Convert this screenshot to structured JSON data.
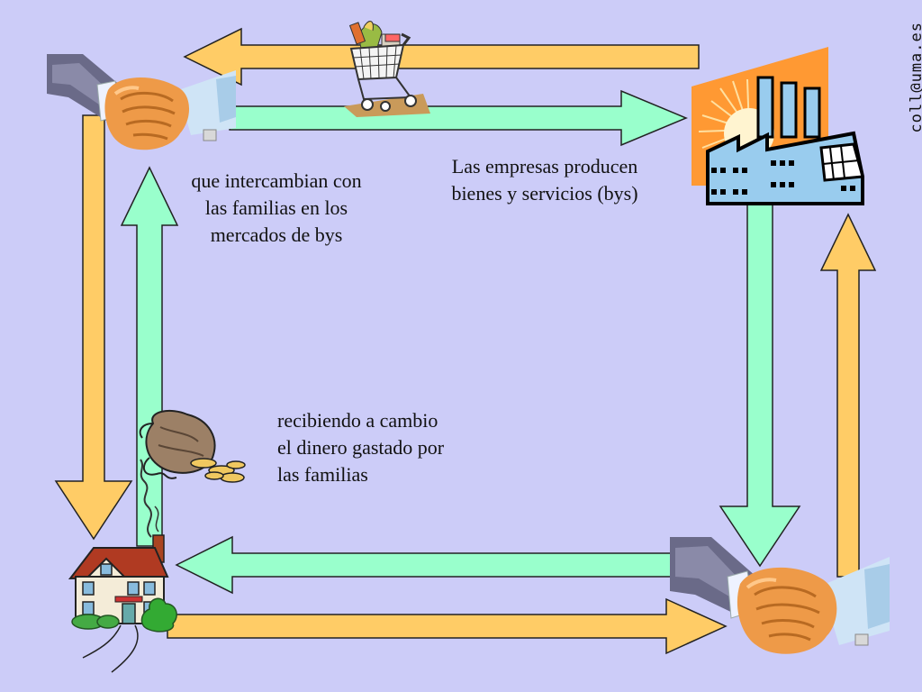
{
  "captions": {
    "top_left": "que intercambian con\nlas familias en los\nmercados de bys",
    "top_right": "Las empresas producen\nbienes y servicios (bys)",
    "bottom": "recibiendo a cambio\nel dinero gastado por\nlas familias"
  },
  "author": "coll@uma.es",
  "colors": {
    "background": "#ccccf8",
    "orange_arrow": "#ffcc66",
    "green_arrow": "#99ffcc",
    "factory_sky": "#ff9933",
    "factory_body": "#99ccee"
  },
  "icons": [
    "handshake-top-left-icon",
    "shopping-cart-icon",
    "factory-icon",
    "house-icon",
    "money-bag-icon",
    "handshake-bottom-right-icon"
  ]
}
